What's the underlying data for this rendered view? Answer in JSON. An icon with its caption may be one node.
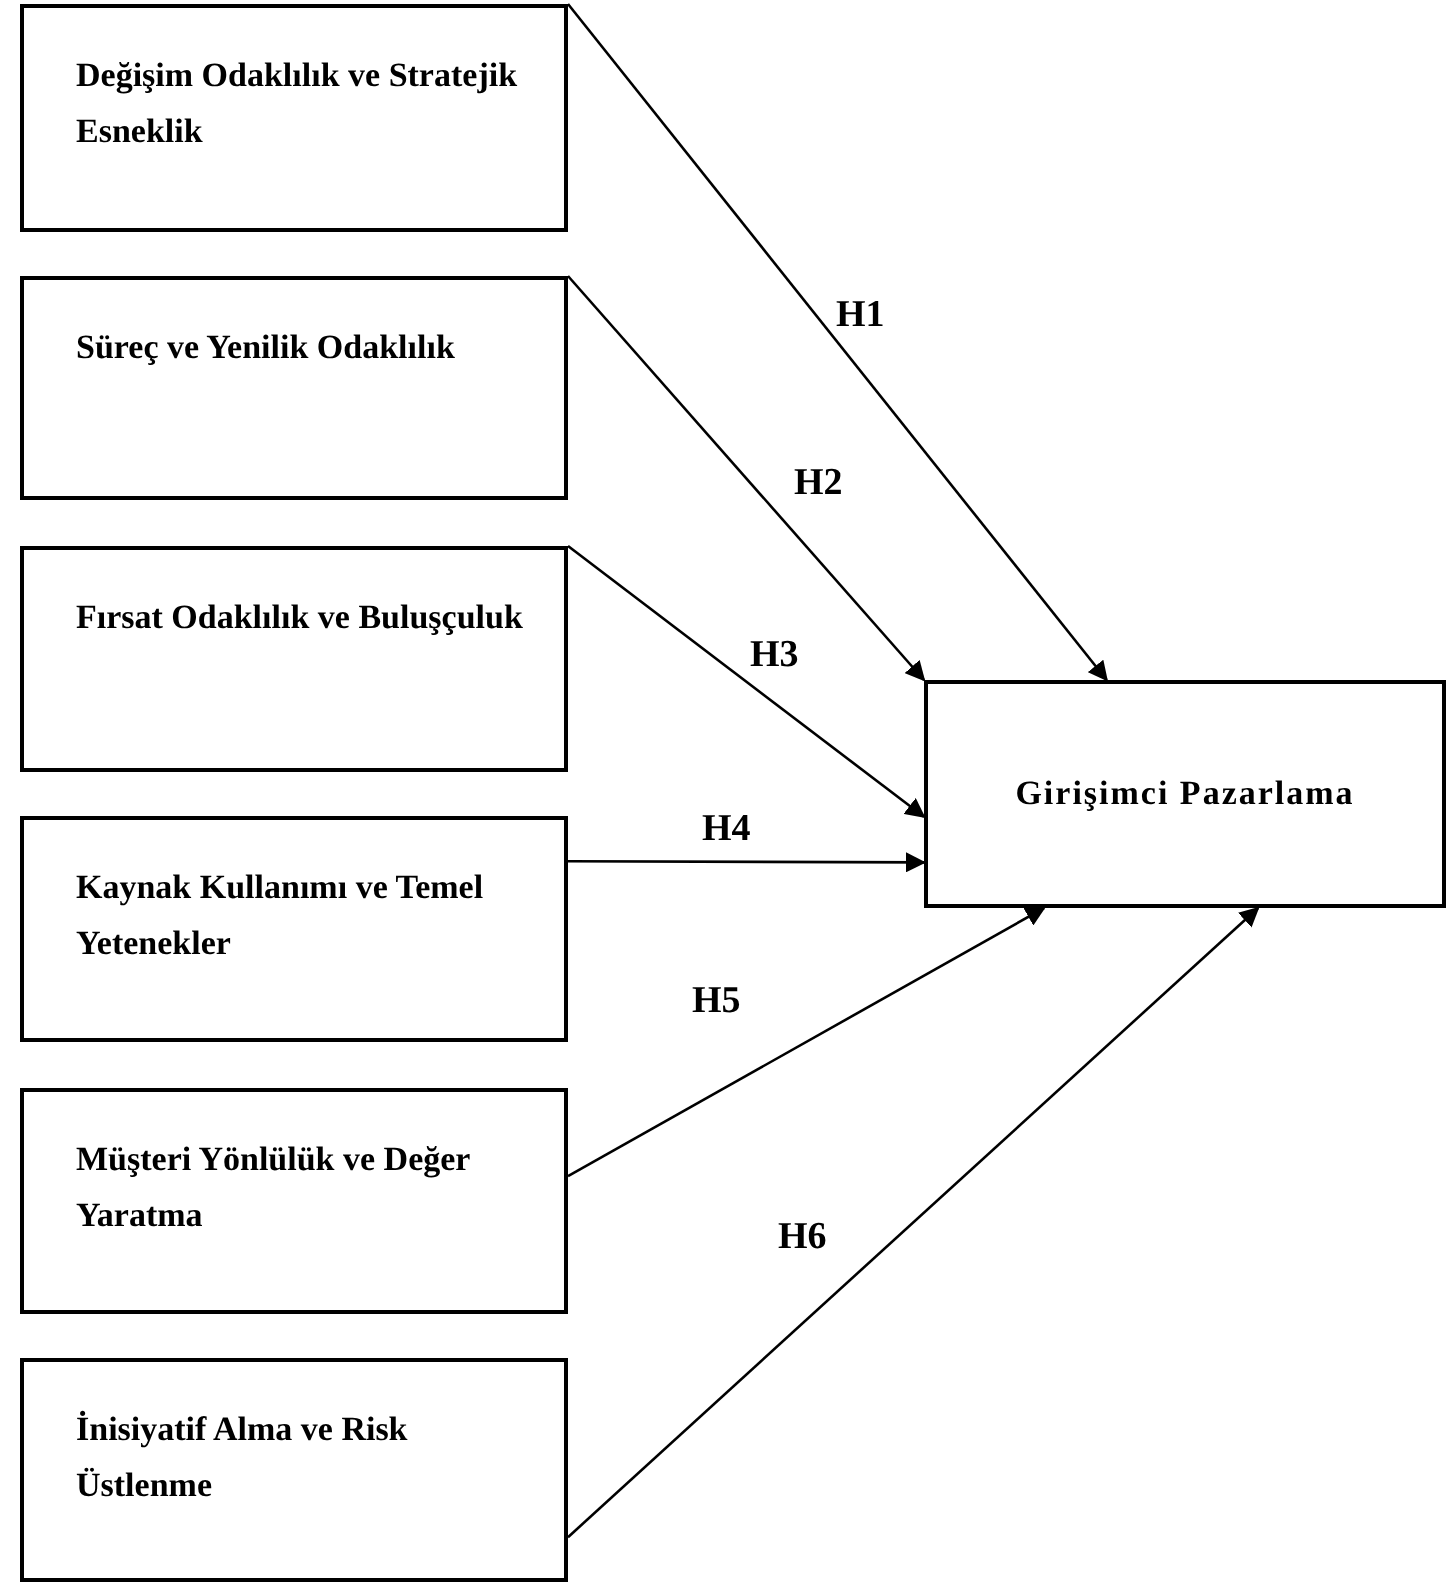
{
  "diagram": {
    "nodes": [
      {
        "text": [
          "Değişim Odaklılık ve Stratejik Esneklik"
        ]
      },
      {
        "text": [
          "Süreç ve Yenilik Odaklılık"
        ]
      },
      {
        "text": [
          "Fırsat Odaklılık ve Buluşçuluk"
        ]
      },
      {
        "text": [
          "Kaynak Kullanımı ve Temel Yetenekler"
        ]
      },
      {
        "text": [
          "Müşteri Yönlülük ve Değer Yaratma"
        ]
      },
      {
        "text": [
          "İnisiyatif Alma ve Risk Üstlenme"
        ]
      },
      {
        "text": [
          "Girişimci Pazarlama"
        ]
      }
    ],
    "edges": [
      {
        "from": 0,
        "to": 6,
        "arrow": "to",
        "label": "H1"
      },
      {
        "from": 1,
        "to": 6,
        "arrow": "to",
        "label": "H2"
      },
      {
        "from": 2,
        "to": 6,
        "arrow": "to",
        "label": "H3"
      },
      {
        "from": 3,
        "to": 6,
        "arrow": "to",
        "label": "H4"
      },
      {
        "from": 4,
        "to": 6,
        "arrow": "to",
        "label": "H5"
      },
      {
        "from": 5,
        "to": 6,
        "arrow": "to",
        "label": "H6"
      }
    ]
  }
}
